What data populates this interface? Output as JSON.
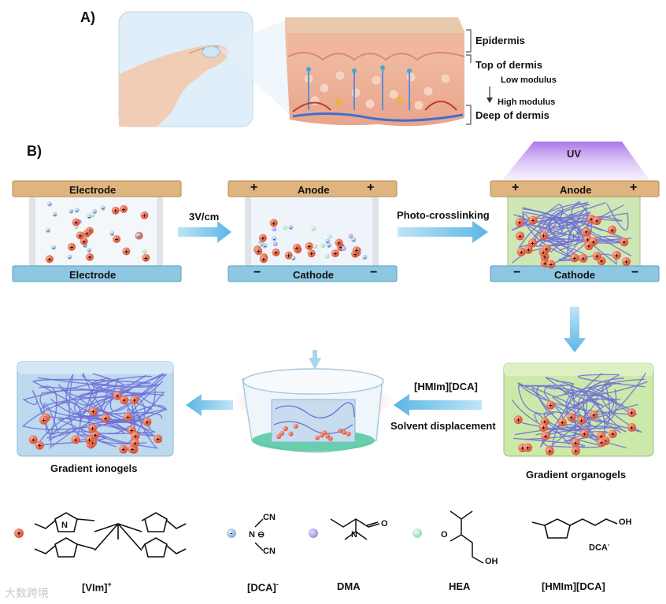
{
  "panel_a": {
    "label": "A)",
    "skin_layers": [
      "Epidermis",
      "Top of dermis",
      "Deep of dermis"
    ],
    "modulus_top": "Low modulus",
    "modulus_bottom": "High modulus"
  },
  "panel_b": {
    "label": "B)",
    "cell1": {
      "top": "Electrode",
      "bottom": "Electrode"
    },
    "cell2": {
      "top": "Anode",
      "bottom": "Cathode"
    },
    "cell3": {
      "top": "Anode",
      "bottom": "Cathode",
      "light": "UV"
    },
    "step1": "3V/cm",
    "step2": "Photo-crosslinking",
    "step3_top": "[HMIm][DCA]",
    "step3_bottom": "Solvent displacement",
    "organogel": "Gradient organogels",
    "ionogel": "Gradient ionogels"
  },
  "legend": {
    "vim": "[VIm]",
    "vim_sup": "+",
    "dca": "[DCA]",
    "dca_sup": "-",
    "dma": "DMA",
    "hea": "HEA",
    "hmim": "[HMIm][DCA]",
    "dca_counter": "DCA",
    "dca_counter_sup": "-"
  },
  "watermark": "大数跨境",
  "colors": {
    "electrode": "#e0b47e",
    "cathode": "#8ec7e2",
    "gel_blue": "#b9d6ec",
    "gel_green": "#c9e6a6",
    "cation": "#e9684a",
    "anion": "#7aa7d8",
    "chain": "#6f6fd6",
    "arrow": "#7cc5ea",
    "uv": "#b98be8"
  }
}
